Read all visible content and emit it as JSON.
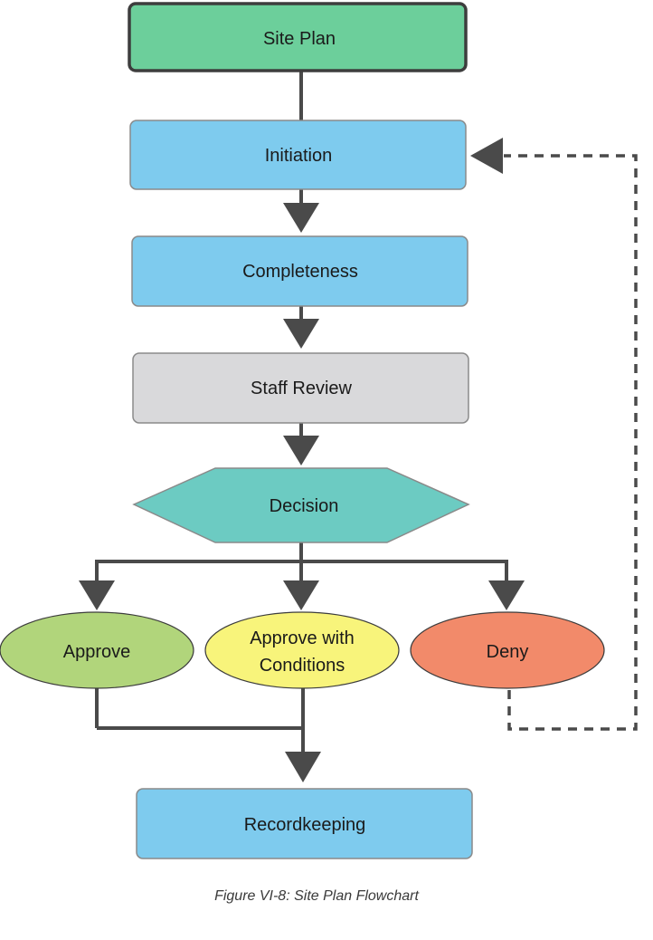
{
  "nodes": {
    "site_plan": "Site Plan",
    "initiation": "Initiation",
    "completeness": "Completeness",
    "staff_review": "Staff Review",
    "decision": "Decision",
    "approve": "Approve",
    "approve_conditions_1": "Approve with",
    "approve_conditions_2": "Conditions",
    "deny": "Deny",
    "recordkeeping": "Recordkeeping"
  },
  "caption": "Figure VI-8: Site Plan Flowchart",
  "colors": {
    "start": "#6ccf9b",
    "process": "#7ecbee",
    "review": "#d9d9db",
    "decision": "#6ccbc2",
    "approve": "#b1d57b",
    "approve_conditions": "#f8f47b",
    "deny": "#f28a6a",
    "connector": "#4a4a4a"
  }
}
